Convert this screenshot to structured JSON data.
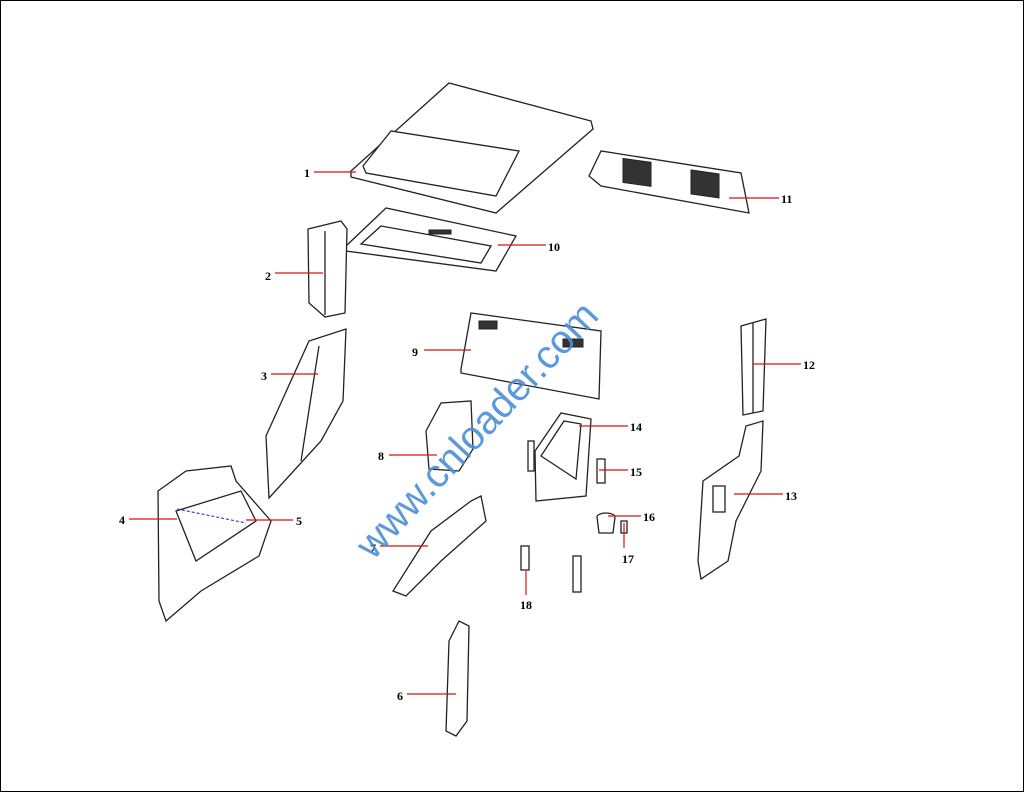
{
  "diagram": {
    "callouts": [
      "1",
      "2",
      "3",
      "4",
      "5",
      "6",
      "7",
      "8",
      "9",
      "10",
      "11",
      "12",
      "13",
      "14",
      "15",
      "16",
      "17",
      "18"
    ],
    "colors": {
      "leader_line": "#dd1111",
      "watermark": "#4a8fd8",
      "outline": "#222222"
    }
  },
  "watermark": "www.cnloader.com"
}
